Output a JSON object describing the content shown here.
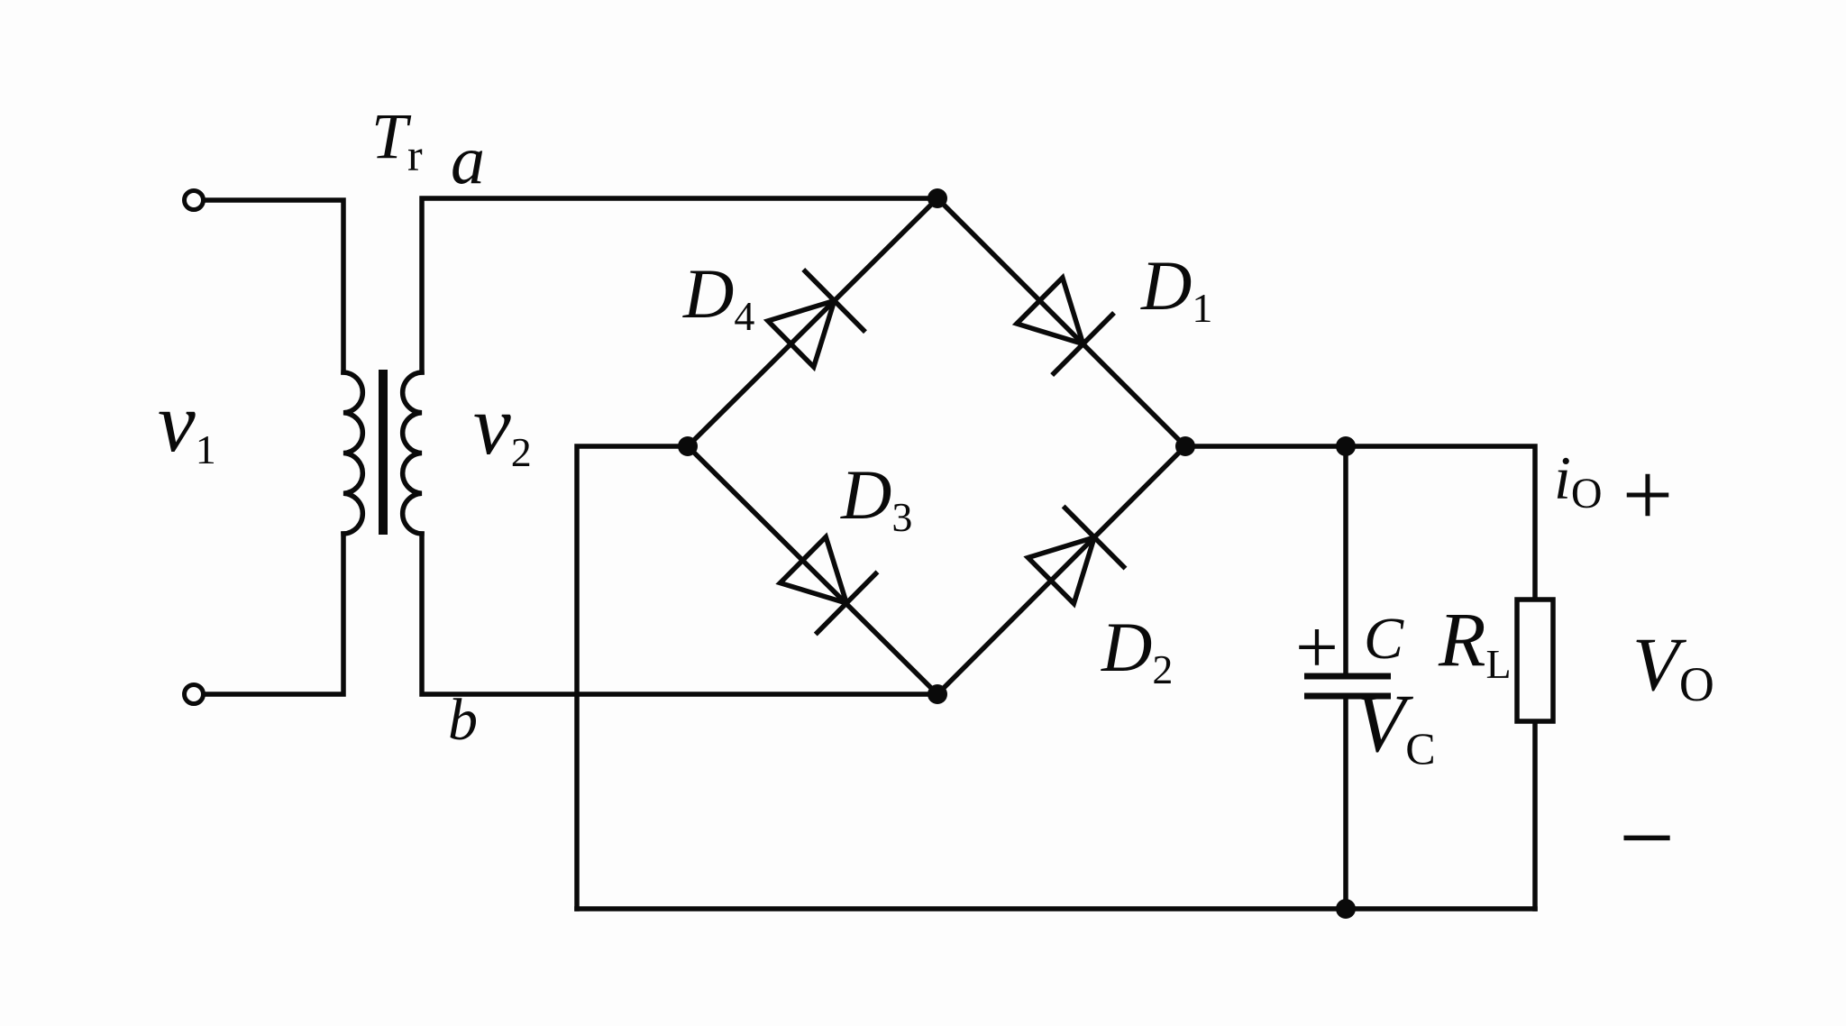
{
  "page": {
    "background": "#fdfdfd",
    "ink": "#0a0a0a"
  },
  "schematic": {
    "type": "full-wave bridge rectifier with capacitor filter",
    "labels": {
      "transformer": {
        "base": "T",
        "sub": "r"
      },
      "terminal_a": {
        "text": "a"
      },
      "terminal_b": {
        "text": "b"
      },
      "primary_voltage": {
        "base": "v",
        "sub": "1"
      },
      "secondary_voltage": {
        "base": "v",
        "sub": "2"
      },
      "diode_d4": {
        "base": "D",
        "sub": "4"
      },
      "diode_d1": {
        "base": "D",
        "sub": "1"
      },
      "diode_d3": {
        "base": "D",
        "sub": "3"
      },
      "diode_d2": {
        "base": "D",
        "sub": "2"
      },
      "capacitor": {
        "text": "C"
      },
      "capacitor_polarity": {
        "text": "+"
      },
      "capacitor_voltage": {
        "base": "V",
        "sub": "C"
      },
      "load_resistor": {
        "base": "R",
        "sub": "L"
      },
      "output_current": {
        "base": "i",
        "sub": "O"
      },
      "output_plus": {
        "text": "+"
      },
      "output_voltage": {
        "base": "V",
        "sub": "O"
      },
      "output_minus": {
        "text": "−"
      }
    }
  }
}
